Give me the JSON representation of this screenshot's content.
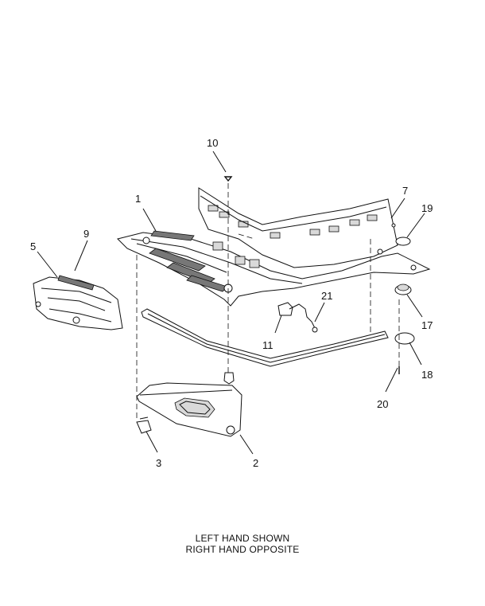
{
  "callouts": {
    "c1": "1",
    "c2": "2",
    "c3": "3",
    "c5": "5",
    "c7": "7",
    "c9": "9",
    "c10": "10",
    "c11": "11",
    "c17": "17",
    "c18": "18",
    "c19": "19",
    "c20": "20",
    "c21": "21"
  },
  "caption": {
    "line1": "LEFT HAND SHOWN",
    "line2": "RIGHT HAND OPPOSITE"
  }
}
